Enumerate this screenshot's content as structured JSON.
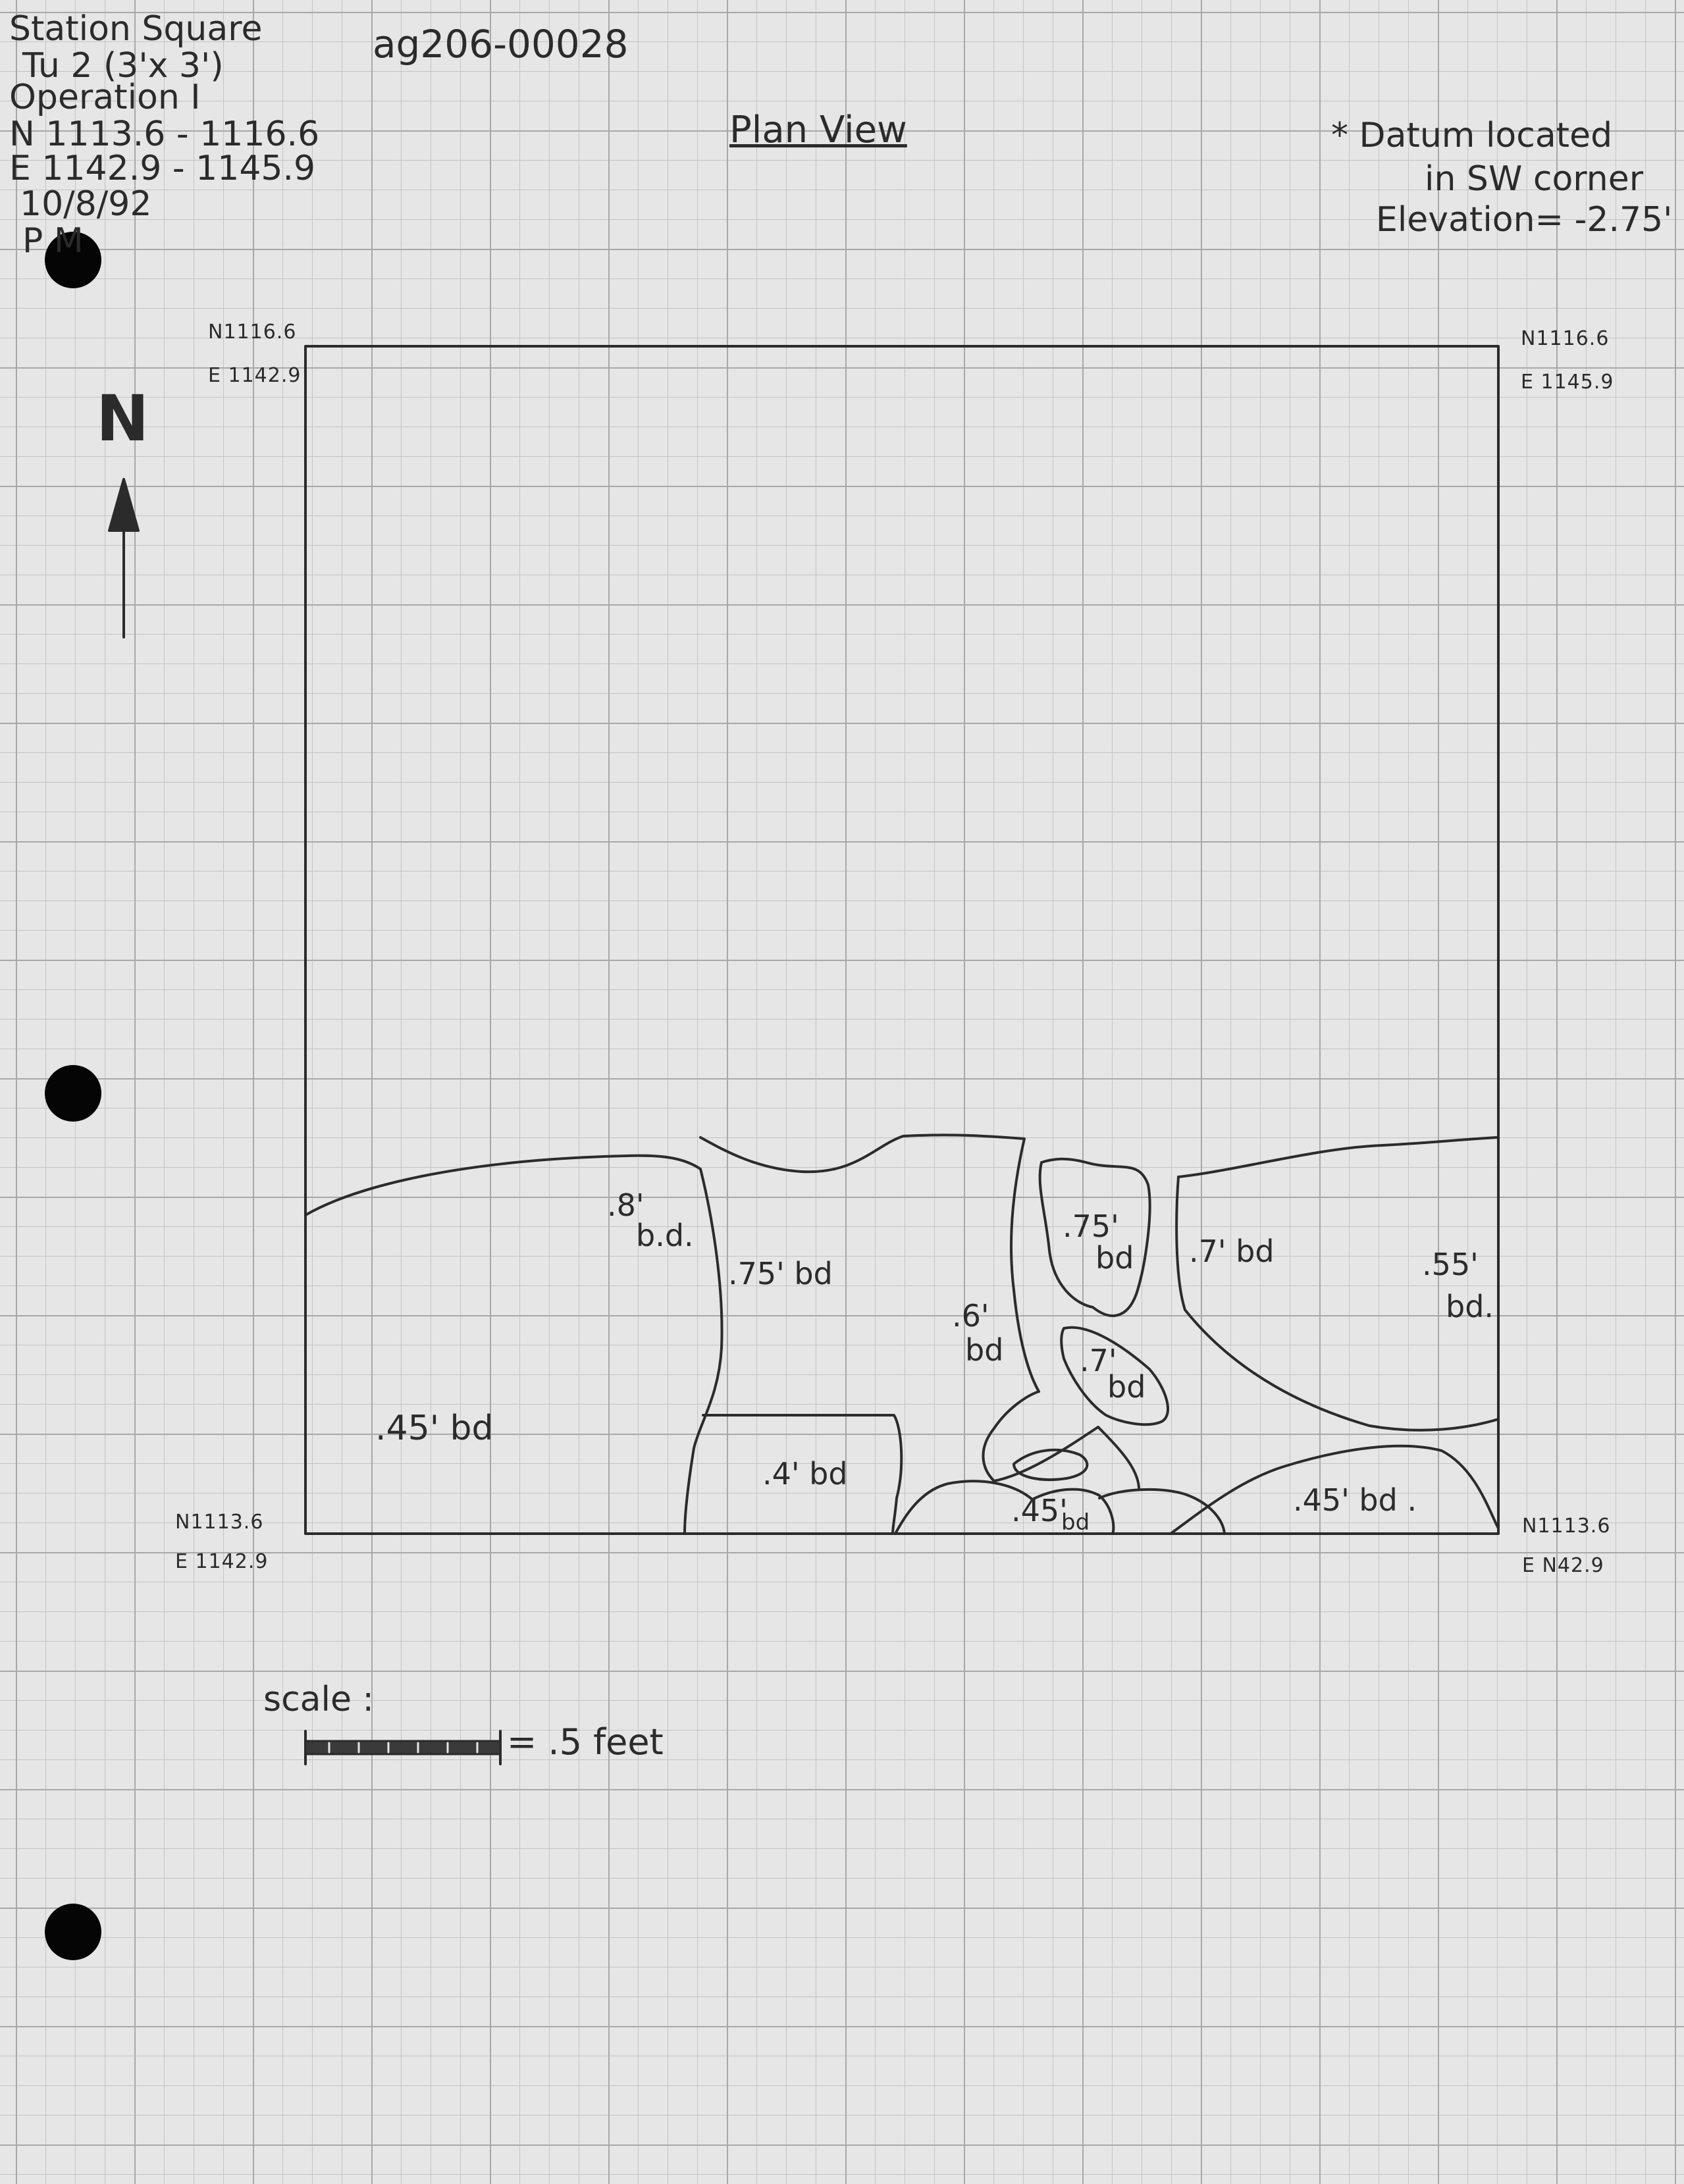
{
  "header": {
    "lines": [
      "Station Square",
      "Tu 2 (3'x 3')",
      "Operation I",
      "N 1113.6 - 1116.6",
      "E 1142.9 - 1145.9",
      "10/8/92",
      "P     M"
    ],
    "catalog_id": "ag206-00028",
    "title": "Plan View",
    "datum_note": [
      "* Datum located",
      "in SW corner",
      "Elevation= -2.75'"
    ]
  },
  "north_label": "N",
  "corners": {
    "nw": [
      "N1116.6",
      "E 1142.9"
    ],
    "ne": [
      "N1116.6",
      "E 1145.9"
    ],
    "sw": [
      "N1113.6",
      "E 1142.9"
    ],
    "se": [
      "N1113.6",
      "E N42.9"
    ]
  },
  "depths": {
    "d1": ".8'",
    "d1b": "b.d.",
    "d2": ".75' bd",
    "d3": ".6'",
    "d3b": "bd",
    "d4": ".75'",
    "d4b": "bd",
    "d5": ".7' bd",
    "d6": ".55'",
    "d6b": "bd.",
    "d7": ".7'",
    "d7b": "bd",
    "d8": ".45' bd",
    "d9": ".4' bd",
    "d10": ".45'",
    "d10b": "bd",
    "d11": ".45' bd ."
  },
  "scale": {
    "label": "scale :",
    "value": "= .5 feet"
  },
  "colors": {
    "paper": "#e6e6e6",
    "grid_major": "#a8a8a8",
    "grid_minor": "#c4c4c4",
    "pencil": "#2b2b2b",
    "hole": "#050505"
  }
}
